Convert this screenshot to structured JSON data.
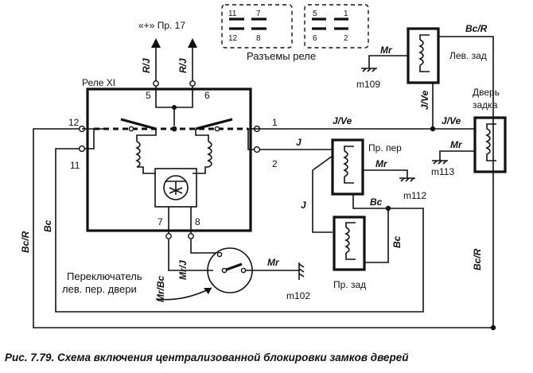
{
  "labels": {
    "relay": "Реле XI",
    "relay_connectors": "Разъемы реле",
    "plus_source": "«+» Пр. 17",
    "left_rear": "Лев. зад",
    "door_line1": "Дверь",
    "door_line2": "задка",
    "front_right": "Пр. пер",
    "rear_right": "Пр. зад",
    "switch_line1": "Переключатель",
    "switch_line2": "лев. пер. двери",
    "caption": "Рис. 7.79. Схема включения централизованной блокировки замков дверей"
  },
  "pins": {
    "p1": "1",
    "p2": "2",
    "p5": "5",
    "p6": "6",
    "p7": "7",
    "p8": "8",
    "p11": "11",
    "p12": "12"
  },
  "connector_pins": {
    "a_tl": "11",
    "a_tr": "7",
    "a_bl": "12",
    "a_br": "8",
    "b_tl": "5",
    "b_tr": "1",
    "b_bl": "6",
    "b_br": "2"
  },
  "grounds": {
    "m109": "m109",
    "m112": "m112",
    "m113": "m113",
    "m102": "m102"
  },
  "wires": {
    "rj": "R/J",
    "bc_r": "Bc/R",
    "bc": "Bc",
    "jve": "J/Ve",
    "j": "J",
    "mr": "Mr",
    "mr_bc": "Mr/Bc",
    "mr_j": "Mr/J"
  }
}
